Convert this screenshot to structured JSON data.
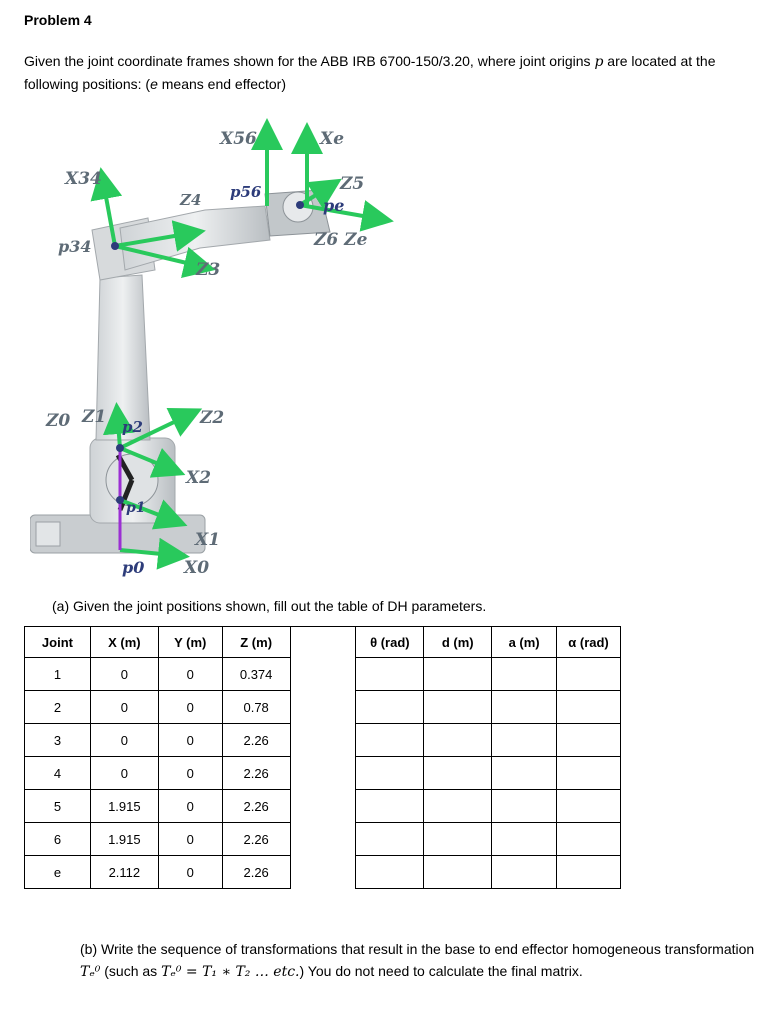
{
  "problem_title": "Problem 4",
  "intro": {
    "part1": "Given the joint coordinate frames shown for the ABB IRB 6700-150/3.20, where joint origins ",
    "p_var": "p",
    "part2": " are located at the following positions: (",
    "e_var": "e",
    "part3": " means end effector)"
  },
  "figure_labels": {
    "x34": "X34",
    "z4": "Z4",
    "x56": "X56",
    "xe": "Xe",
    "z5": "Z5",
    "p56": "p56",
    "pe": "pe",
    "z6ze": "Z6 Ze",
    "p34": "p34",
    "z3": "Z3",
    "z0": "Z0",
    "z1": "Z1",
    "p2": "p2",
    "z2": "Z2",
    "x2": "X2",
    "p1": "p1",
    "x1": "X1",
    "p0": "p0",
    "x0": "X0"
  },
  "part_a": "(a) Given the joint positions shown, fill out the table of DH parameters.",
  "table": {
    "headers": [
      "Joint",
      "X (m)",
      "Y (m)",
      "Z (m)",
      "",
      "θ (rad)",
      "d (m)",
      "a (m)",
      "α (rad)"
    ],
    "rows": [
      [
        "1",
        "0",
        "0",
        "0.374"
      ],
      [
        "2",
        "0",
        "0",
        "0.78"
      ],
      [
        "3",
        "0",
        "0",
        "2.26"
      ],
      [
        "4",
        "0",
        "0",
        "2.26"
      ],
      [
        "5",
        "1.915",
        "0",
        "2.26"
      ],
      [
        "6",
        "1.915",
        "0",
        "2.26"
      ],
      [
        "e",
        "2.112",
        "0",
        "2.26"
      ]
    ]
  },
  "part_b": {
    "text1": "(b) Write the sequence of transformations that result in the base to end effector homogeneous transformation ",
    "math1": "Tₑ⁰",
    "text2": " (such as ",
    "math2": "Tₑ⁰ = T₁ ∗ T₂ … etc.",
    "text3": ") You do not need to calculate the final matrix."
  }
}
